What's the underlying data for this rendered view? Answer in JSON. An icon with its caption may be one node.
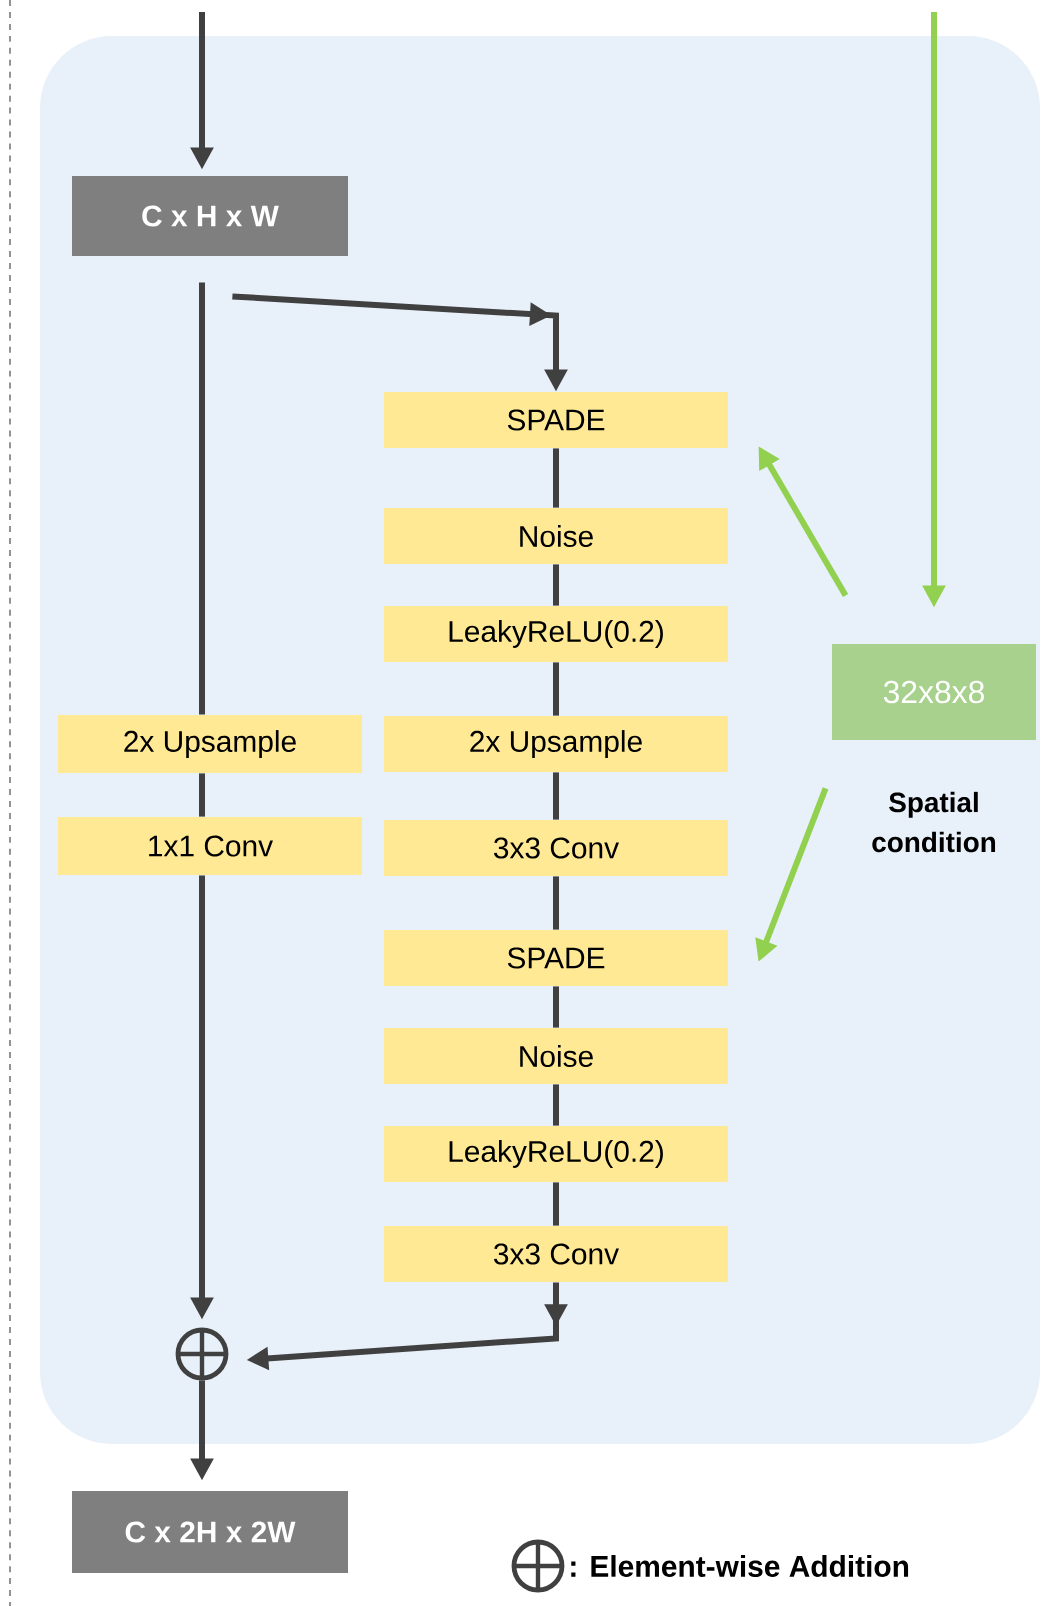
{
  "diagram": {
    "nodes": [
      {
        "text": [],
        "shape": "box"
      },
      {
        "text": [
          "C x H x W"
        ],
        "in": 0
      },
      {
        "text": [
          "2x Upsample"
        ],
        "in": 0
      },
      {
        "text": [
          "1x1 Conv"
        ],
        "in": 0
      },
      {
        "text": [
          "SPADE"
        ],
        "in": 0
      },
      {
        "text": [
          "Noise"
        ],
        "in": 0
      },
      {
        "text": [
          "LeakyReLU(0.2)"
        ],
        "in": 0
      },
      {
        "text": [
          "2x Upsample"
        ],
        "in": 0
      },
      {
        "text": [
          "3x3 Conv"
        ],
        "in": 0
      },
      {
        "text": [
          "SPADE"
        ],
        "in": 0
      },
      {
        "text": [
          "Noise"
        ],
        "in": 0
      },
      {
        "text": [
          "LeakyReLU(0.2)"
        ],
        "in": 0
      },
      {
        "text": [
          "3x3 Conv"
        ],
        "in": 0
      },
      {
        "text": [
          "32x8x8"
        ],
        "beside": [
          "Spatial condition"
        ],
        "in": 0
      },
      {
        "text": [],
        "shape": "circle",
        "in": 0
      },
      {
        "text": [
          "C x 2H x 2W"
        ]
      }
    ],
    "edges": [
      {
        "from": null,
        "to": 1,
        "arrow": "to"
      },
      {
        "from": 1,
        "to": 2,
        "arrow": "none"
      },
      {
        "from": 2,
        "to": 3,
        "arrow": "none"
      },
      {
        "from": 3,
        "to": 14,
        "arrow": "to"
      },
      {
        "from": 1,
        "to": 4,
        "arrow": "to"
      },
      {
        "from": 4,
        "to": 5,
        "arrow": "none"
      },
      {
        "from": 5,
        "to": 6,
        "arrow": "none"
      },
      {
        "from": 6,
        "to": 7,
        "arrow": "none"
      },
      {
        "from": 7,
        "to": 8,
        "arrow": "none"
      },
      {
        "from": 8,
        "to": 9,
        "arrow": "none"
      },
      {
        "from": 9,
        "to": 10,
        "arrow": "none"
      },
      {
        "from": 10,
        "to": 11,
        "arrow": "none"
      },
      {
        "from": 11,
        "to": 12,
        "arrow": "none"
      },
      {
        "from": 12,
        "to": 14,
        "arrow": "to"
      },
      {
        "from": null,
        "to": 13,
        "arrow": "to",
        "color": "#92d050"
      },
      {
        "from": 13,
        "to": 4,
        "arrow": "to",
        "color": "#92d050"
      },
      {
        "from": 13,
        "to": 9,
        "arrow": "to",
        "color": "#92d050"
      },
      {
        "from": 14,
        "to": 15,
        "arrow": "to"
      }
    ],
    "legend": [
      {
        "text": ": Element-wise Addition"
      }
    ]
  }
}
